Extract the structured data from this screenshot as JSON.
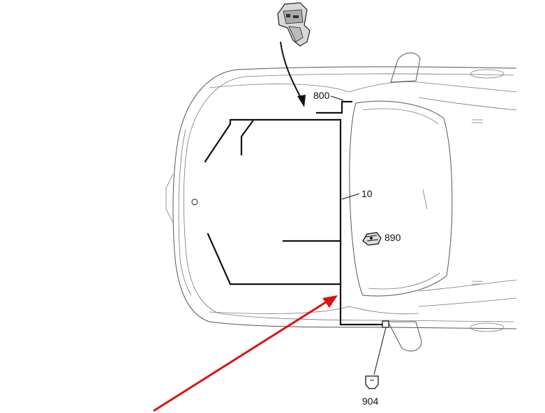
{
  "callouts": {
    "c800": "800",
    "c10": "10",
    "c890": "890",
    "c904": "904"
  },
  "icons": {
    "module": "component-module-icon",
    "connector_890": "connector-890-icon",
    "connector_904": "connector-904-icon"
  },
  "colors": {
    "annotation_arrow": "#e01010",
    "harness": "#111111",
    "outline": "#555555"
  }
}
